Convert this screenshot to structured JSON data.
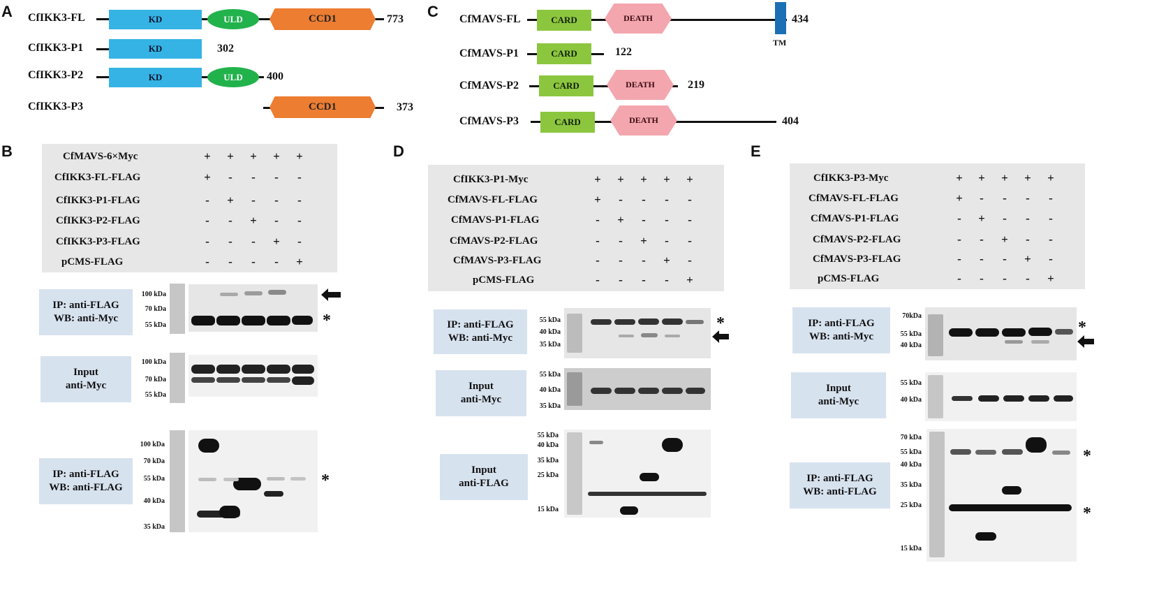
{
  "panel_letters": {
    "a": "A",
    "b": "B",
    "c": "C",
    "d": "D",
    "e": "E"
  },
  "ikk3": [
    {
      "name": "CfIKK3-FL",
      "len": "773"
    },
    {
      "name": "CfIKK3-P1",
      "len": "302"
    },
    {
      "name": "CfIKK3-P2",
      "len": "400"
    },
    {
      "name": "CfIKK3-P3",
      "len": "373"
    }
  ],
  "mavs": [
    {
      "name": "CfMAVS-FL",
      "len": "434"
    },
    {
      "name": "CfMAVS-P1",
      "len": "122"
    },
    {
      "name": "CfMAVS-P2",
      "len": "219"
    },
    {
      "name": "CfMAVS-P3",
      "len": "404"
    }
  ],
  "domains": {
    "kd": "KD",
    "uld": "ULD",
    "ccd": "CCD1",
    "card": "CARD",
    "death": "DEATH",
    "tm": "TM"
  },
  "panel_b": {
    "rows": [
      {
        "label": "CfMAVS-6×Myc",
        "signs": [
          "+",
          "+",
          "+",
          "+",
          "+"
        ]
      },
      {
        "label": "CfIKK3-FL-FLAG",
        "signs": [
          "+",
          "-",
          "-",
          "-",
          "-"
        ]
      },
      {
        "label": "CfIKK3-P1-FLAG",
        "signs": [
          "-",
          "+",
          "-",
          "-",
          "-"
        ]
      },
      {
        "label": "CfIKK3-P2-FLAG",
        "signs": [
          "-",
          "-",
          "+",
          "-",
          "-"
        ]
      },
      {
        "label": "CfIKK3-P3-FLAG",
        "signs": [
          "-",
          "-",
          "-",
          "+",
          "-"
        ]
      },
      {
        "label": "pCMS-FLAG",
        "signs": [
          "-",
          "-",
          "-",
          "-",
          "+"
        ]
      }
    ],
    "blot1": {
      "line1": "IP: anti-FLAG",
      "line2": "WB: anti-Myc",
      "markers": [
        "100 kDa",
        "70 kDa",
        "55 kDa"
      ]
    },
    "blot2": {
      "line1": "Input",
      "line2": "anti-Myc",
      "markers": [
        "100 kDa",
        "70 kDa",
        "55 kDa"
      ]
    },
    "blot3": {
      "line1": "IP: anti-FLAG",
      "line2": "WB: anti-FLAG",
      "markers": [
        "100 kDa",
        "70 kDa",
        "55 kDa",
        "40 kDa",
        "35 kDa"
      ]
    },
    "asterisk": "*"
  },
  "panel_d": {
    "rows": [
      {
        "label": "CfIKK3-P1-Myc",
        "signs": [
          "+",
          "+",
          "+",
          "+",
          "+"
        ]
      },
      {
        "label": "CfMAVS-FL-FLAG",
        "signs": [
          "+",
          "-",
          "-",
          "-",
          "-"
        ]
      },
      {
        "label": "CfMAVS-P1-FLAG",
        "signs": [
          "-",
          "+",
          "-",
          "-",
          "-"
        ]
      },
      {
        "label": "CfMAVS-P2-FLAG",
        "signs": [
          "-",
          "-",
          "+",
          "-",
          "-"
        ]
      },
      {
        "label": "CfMAVS-P3-FLAG",
        "signs": [
          "-",
          "-",
          "-",
          "+",
          "-"
        ]
      },
      {
        "label": "pCMS-FLAG",
        "signs": [
          "-",
          "-",
          "-",
          "-",
          "+"
        ]
      }
    ],
    "blot1": {
      "line1": "IP: anti-FLAG",
      "line2": "WB: anti-Myc",
      "markers": [
        "55 kDa",
        "40 kDa",
        "35 kDa"
      ]
    },
    "blot2": {
      "line1": "Input",
      "line2": "anti-Myc",
      "markers": [
        "55 kDa",
        "40 kDa",
        "35 kDa"
      ]
    },
    "blot3": {
      "line1": "Input",
      "line2": "anti-FLAG",
      "markers": [
        "55 kDa",
        "40 kDa",
        "35 kDa",
        "25 kDa",
        "15 kDa"
      ]
    },
    "asterisk": "*"
  },
  "panel_e": {
    "rows": [
      {
        "label": "CfIKK3-P3-Myc",
        "signs": [
          "+",
          "+",
          "+",
          "+",
          "+"
        ]
      },
      {
        "label": "CfMAVS-FL-FLAG",
        "signs": [
          "+",
          "-",
          "-",
          "-",
          "-"
        ]
      },
      {
        "label": "CfMAVS-P1-FLAG",
        "signs": [
          "-",
          "+",
          "-",
          "-",
          "-"
        ]
      },
      {
        "label": "CfMAVS-P2-FLAG",
        "signs": [
          "-",
          "-",
          "+",
          "-",
          "-"
        ]
      },
      {
        "label": "CfMAVS-P3-FLAG",
        "signs": [
          "-",
          "-",
          "-",
          "+",
          "-"
        ]
      },
      {
        "label": "pCMS-FLAG",
        "signs": [
          "-",
          "-",
          "-",
          "-",
          "+"
        ]
      }
    ],
    "blot1": {
      "line1": "IP: anti-FLAG",
      "line2": "WB: anti-Myc",
      "markers": [
        "70kDa",
        "55 kDa",
        "40 kDa"
      ]
    },
    "blot2": {
      "line1": "Input",
      "line2": "anti-Myc",
      "markers": [
        "55 kDa",
        "40 kDa"
      ]
    },
    "blot3": {
      "line1": "IP: anti-FLAG",
      "line2": "WB: anti-FLAG",
      "markers": [
        "70 kDa",
        "55 kDa",
        "40 kDa",
        "35 kDa",
        "25 kDa",
        "15 kDa"
      ]
    },
    "asterisk": "*"
  }
}
